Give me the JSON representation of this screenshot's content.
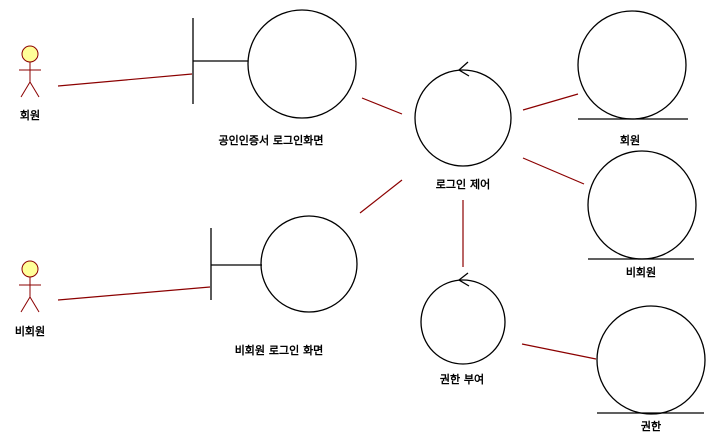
{
  "actors": [
    {
      "id": "member",
      "label": "회원"
    },
    {
      "id": "nonmember",
      "label": "비회원"
    }
  ],
  "boundaries": [
    {
      "id": "cert-login-screen",
      "label": "공인인증서 로그인화면"
    },
    {
      "id": "nonmember-login-screen",
      "label": "비회원 로그인 화면"
    }
  ],
  "controls": [
    {
      "id": "login-control",
      "label": "로그인 제어"
    },
    {
      "id": "grant-permission",
      "label": "권한 부여"
    }
  ],
  "entities": [
    {
      "id": "member-entity",
      "label": "회원"
    },
    {
      "id": "nonmember-entity",
      "label": "비회원"
    },
    {
      "id": "permission-entity",
      "label": "권한"
    }
  ],
  "colors": {
    "line": "#8b0000",
    "actor_head": "#ffff99",
    "shape": "#000000"
  }
}
